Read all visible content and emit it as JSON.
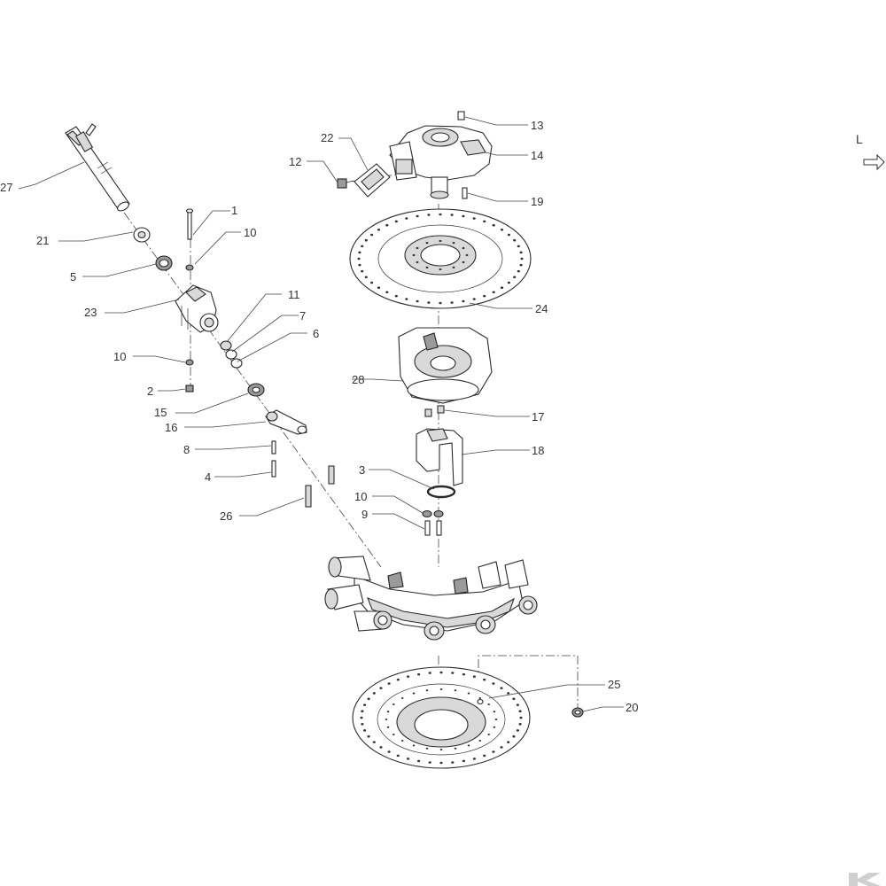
{
  "colors": {
    "line": "#2a2a2a",
    "label": "#333333",
    "shade": "#d9d9d9",
    "dark": "#9a9a9a",
    "logo": "#d0d0d0"
  },
  "view_letter": "L",
  "callouts": [
    {
      "id": "c1",
      "text": "1"
    },
    {
      "id": "c2",
      "text": "2"
    },
    {
      "id": "c3",
      "text": "3"
    },
    {
      "id": "c4",
      "text": "4"
    },
    {
      "id": "c5",
      "text": "5"
    },
    {
      "id": "c6",
      "text": "6"
    },
    {
      "id": "c7",
      "text": "7"
    },
    {
      "id": "c8",
      "text": "8"
    },
    {
      "id": "c9",
      "text": "9"
    },
    {
      "id": "c10a",
      "text": "10"
    },
    {
      "id": "c10b",
      "text": "10"
    },
    {
      "id": "c10c",
      "text": "10"
    },
    {
      "id": "c11",
      "text": "11"
    },
    {
      "id": "c12",
      "text": "12"
    },
    {
      "id": "c13",
      "text": "13"
    },
    {
      "id": "c14",
      "text": "14"
    },
    {
      "id": "c15",
      "text": "15"
    },
    {
      "id": "c16",
      "text": "16"
    },
    {
      "id": "c17",
      "text": "17"
    },
    {
      "id": "c18",
      "text": "18"
    },
    {
      "id": "c19",
      "text": "19"
    },
    {
      "id": "c20",
      "text": "20"
    },
    {
      "id": "c21",
      "text": "21"
    },
    {
      "id": "c22",
      "text": "22"
    },
    {
      "id": "c23",
      "text": "23"
    },
    {
      "id": "c24",
      "text": "24"
    },
    {
      "id": "c25",
      "text": "25"
    },
    {
      "id": "c26",
      "text": "26"
    },
    {
      "id": "c27",
      "text": "27"
    },
    {
      "id": "c28",
      "text": "28"
    }
  ],
  "icons": {
    "view_arrow": "view-direction-arrow-icon",
    "logo": "brand-logo-icon"
  }
}
